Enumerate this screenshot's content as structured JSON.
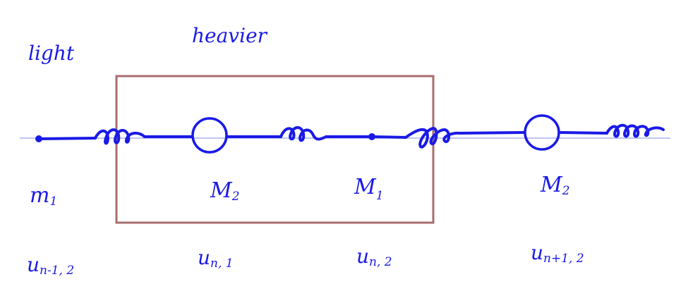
{
  "annotations": {
    "light": "light",
    "heavier": "heavier"
  },
  "masses": [
    {
      "symbol": "m",
      "sub": "1",
      "kind": "small"
    },
    {
      "symbol": "M",
      "sub": "2",
      "kind": "large"
    },
    {
      "symbol": "M",
      "sub": "1",
      "kind": "small"
    },
    {
      "symbol": "M",
      "sub": "2",
      "kind": "large"
    }
  ],
  "displacements": [
    {
      "symbol": "u",
      "sub": "n-1, 2"
    },
    {
      "symbol": "u",
      "sub": "n, 1"
    },
    {
      "symbol": "u",
      "sub": "n, 2"
    },
    {
      "symbol": "u",
      "sub": "n+1, 2"
    }
  ],
  "colors": {
    "ink": "#1a1ae6",
    "thin_line": "#7f8fe0",
    "unit_cell_box": "#a86e6e"
  }
}
